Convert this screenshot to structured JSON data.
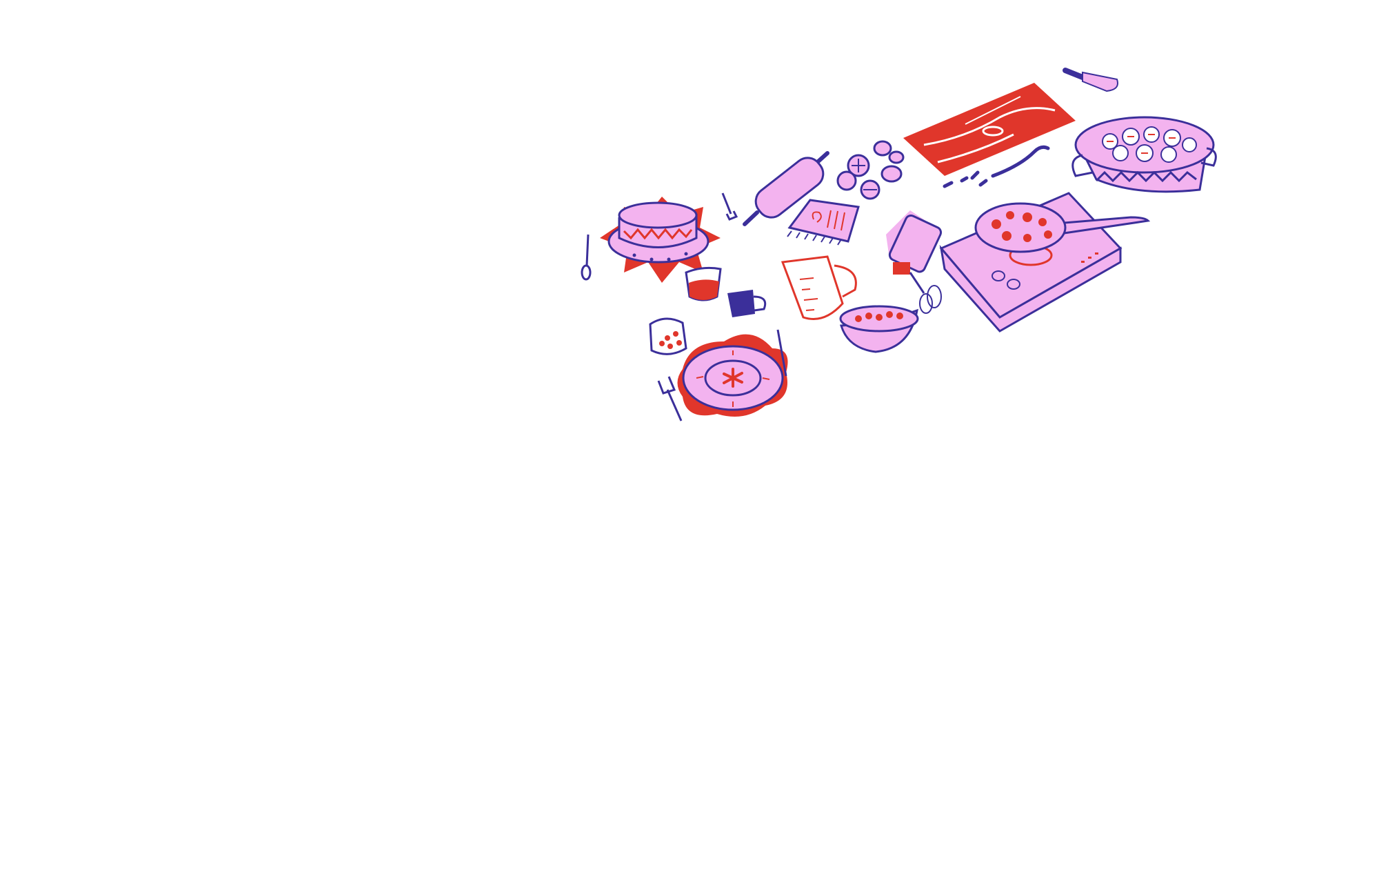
{
  "palette": {
    "background": "#ffffff",
    "pink": "#f3b3ef",
    "red": "#e0362b",
    "navy": "#3b2f9a"
  },
  "illustration": {
    "items": [
      {
        "name": "cake-on-stand",
        "icon": "cake-icon"
      },
      {
        "name": "spoon",
        "icon": "spoon-icon"
      },
      {
        "name": "fork-small",
        "icon": "fork-icon"
      },
      {
        "name": "rolling-pin",
        "icon": "rolling-pin-icon"
      },
      {
        "name": "lemon-halves",
        "icon": "lemon-icon"
      },
      {
        "name": "nuts",
        "icon": "nut-icon"
      },
      {
        "name": "cutting-board",
        "icon": "cutting-board-icon"
      },
      {
        "name": "knife",
        "icon": "knife-icon"
      },
      {
        "name": "vanilla-pods",
        "icon": "vanilla-icon"
      },
      {
        "name": "stock-pot",
        "icon": "pot-icon"
      },
      {
        "name": "recipe-notebook",
        "icon": "notebook-icon"
      },
      {
        "name": "hand-mixer",
        "icon": "mixer-icon"
      },
      {
        "name": "stove-with-pan",
        "icon": "stove-icon"
      },
      {
        "name": "measuring-jug",
        "icon": "jug-icon"
      },
      {
        "name": "mixing-bowl",
        "icon": "bowl-icon"
      },
      {
        "name": "tea-glass",
        "icon": "glass-icon"
      },
      {
        "name": "mug",
        "icon": "mug-icon"
      },
      {
        "name": "jam-jar",
        "icon": "jar-icon"
      },
      {
        "name": "plate-with-flower",
        "icon": "plate-icon"
      },
      {
        "name": "table-fork",
        "icon": "fork-icon"
      },
      {
        "name": "table-knife",
        "icon": "knife-icon"
      }
    ]
  }
}
